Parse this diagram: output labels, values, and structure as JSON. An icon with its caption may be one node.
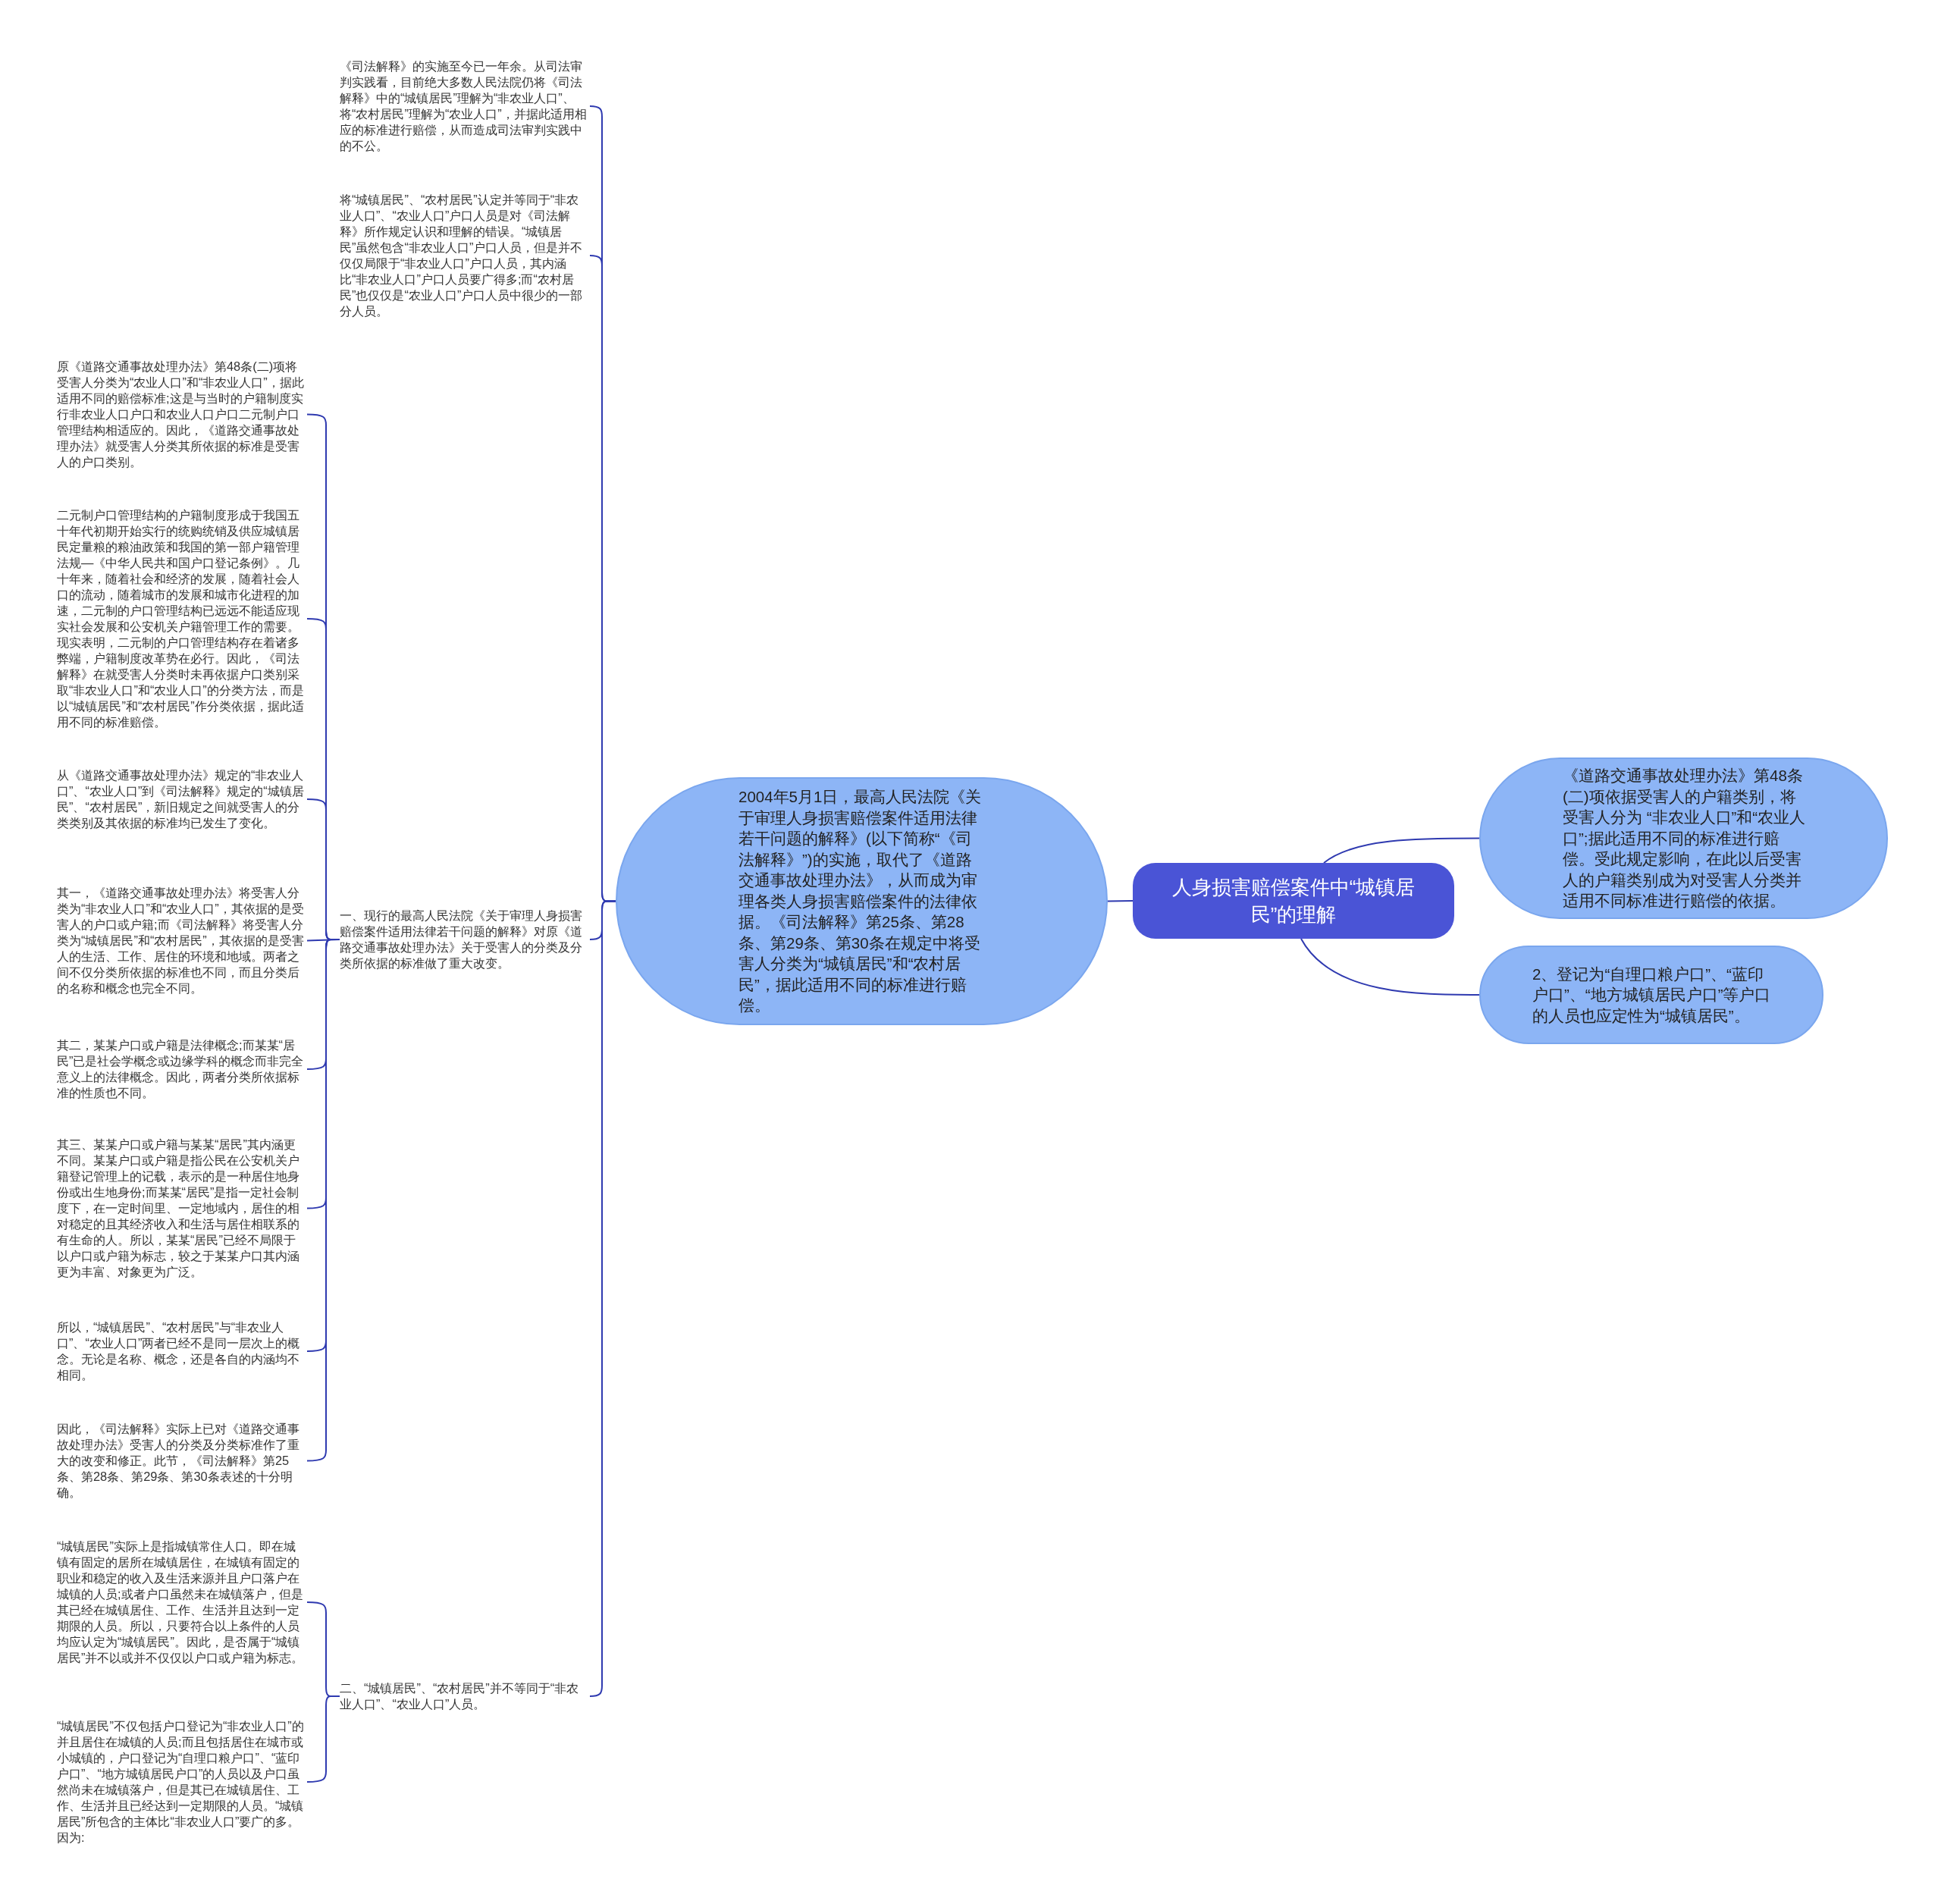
{
  "diagram": {
    "nodes": [
      {
        "text": [
          "人身损害赔偿案件中“城镇居民”的理解"
        ]
      },
      {
        "text": [
          "2004年5月1日，最高人民法院《关于审理人身损害赔偿案件适用法律若干问题的解释》(以下简称“《司法解释》”)的实施，取代了《道路交通事故处理办法》，从而成为审理各类人身损害赔偿案件的法律依据。《司法解释》第25条、第28条、第29条、第30条在规定中将受害人分类为“城镇居民”和“农村居民”，据此适用不同的标准进行赔偿。"
        ]
      },
      {
        "text": [
          "《道路交通事故处理办法》第48条(二)项依据受害人的户籍类别，将受害人分为 “非农业人口”和“农业人口”;据此适用不同的标准进行赔偿。受此规定影响，在此以后受害人的户籍类别成为对受害人分类并适用不同标准进行赔偿的依据。"
        ]
      },
      {
        "text": [
          "2、登记为“自理口粮户口”、“蓝印户口”、“地方城镇居民户口”等户口的人员也应定性为“城镇居民”。"
        ]
      },
      {
        "text": [
          "《司法解释》的实施至今已一年余。从司法审判实践看，目前绝大多数人民法院仍将《司法解释》中的“城镇居民”理解为“非农业人口”、将“农村居民”理解为“农业人口”，并据此适用相应的标准进行赔偿，从而造成司法审判实践中的不公。"
        ]
      },
      {
        "text": [
          "将“城镇居民”、“农村居民”认定并等同于“非农业人口”、“农业人口”户口人员是对《司法解释》所作规定认识和理解的错误。“城镇居民”虽然包含“非农业人口”户口人员，但是并不仅仅局限于“非农业人口”户口人员，其内涵比“非农业人口”户口人员要广得多;而“农村居民”也仅仅是“农业人口”户口人员中很少的一部分人员。"
        ]
      },
      {
        "text": [
          "一、现行的最高人民法院《关于审理人身损害赔偿案件适用法律若干问题的解释》对原《道路交通事故处理办法》关于受害人的分类及分类所依据的标准做了重大改变。"
        ]
      },
      {
        "text": [
          "原《道路交通事故处理办法》第48条(二)项将受害人分类为“农业人口”和“非农业人口”，据此适用不同的赔偿标准;这是与当时的户籍制度实行非农业人口户口和农业人口户口二元制户口管理结构相适应的。因此，《道路交通事故处理办法》就受害人分类其所依据的标准是受害人的户口类别。"
        ]
      },
      {
        "text": [
          "二元制户口管理结构的户籍制度形成于我国五十年代初期开始实行的统购统销及供应城镇居民定量粮的粮油政策和我国的第一部户籍管理法规—《中华人民共和国户口登记条例》。几十年来，随着社会和经济的发展，随着社会人口的流动，随着城市的发展和城市化进程的加速，二元制的户口管理结构已远远不能适应现实社会发展和公安机关户籍管理工作的需要。现实表明，二元制的户口管理结构存在着诸多弊端，户籍制度改革势在必行。因此，《司法解释》在就受害人分类时未再依据户口类别采取“非农业人口”和“农业人口”的分类方法，而是以“城镇居民”和“农村居民”作分类依据，据此适用不同的标准赔偿。"
        ]
      },
      {
        "text": [
          "从《道路交通事故处理办法》规定的“非农业人口”、“农业人口”到《司法解释》规定的“城镇居民”、“农村居民”，新旧规定之间就受害人的分类类别及其依据的标准均已发生了变化。"
        ]
      },
      {
        "text": [
          "其一，《道路交通事故处理办法》将受害人分类为“非农业人口”和“农业人口”，其依据的是受害人的户口或户籍;而《司法解释》将受害人分类为“城镇居民”和“农村居民”，其依据的是受害人的生活、工作、居住的环境和地域。两者之间不仅分类所依据的标准也不同，而且分类后的名称和概念也完全不同。"
        ]
      },
      {
        "text": [
          "其二，某某户口或户籍是法律概念;而某某“居民”已是社会学概念或边缘学科的概念而非完全意义上的法律概念。因此，两者分类所依据标准的性质也不同。"
        ]
      },
      {
        "text": [
          "其三、某某户口或户籍与某某“居民”其内涵更不同。某某户口或户籍是指公民在公安机关户籍登记管理上的记载，表示的是一种居住地身份或出生地身份;而某某“居民”是指一定社会制度下，在一定时间里、一定地域内，居住的相对稳定的且其经济收入和生活与居住相联系的有生命的人。所以，某某“居民”已经不局限于以户口或户籍为标志，较之于某某户口其内涵更为丰富、对象更为广泛。"
        ]
      },
      {
        "text": [
          "所以，“城镇居民”、“农村居民”与“非农业人口”、“农业人口”两者已经不是同一层次上的概念。无论是名称、概念，还是各自的内涵均不相同。"
        ]
      },
      {
        "text": [
          "因此，《司法解释》实际上已对《道路交通事故处理办法》受害人的分类及分类标准作了重大的改变和修正。此节，《司法解释》第25条、第28条、第29条、第30条表述的十分明确。"
        ]
      },
      {
        "text": [
          "二、“城镇居民”、“农村居民”并不等同于“非农业人口”、“农业人口”人员。"
        ]
      },
      {
        "text": [
          "“城镇居民”实际上是指城镇常住人口。即在城镇有固定的居所在城镇居住，在城镇有固定的职业和稳定的收入及生活来源并且户口落户在城镇的人员;或者户口虽然未在城镇落户，但是其已经在城镇居住、工作、生活并且达到一定期限的人员。所以，只要符合以上条件的人员均应认定为“城镇居民”。因此，是否属于“城镇居民”并不以或并不仅仅以户口或户籍为标志。"
        ]
      },
      {
        "text": [
          "“城镇居民”不仅包括户口登记为“非农业人口”的并且居住在城镇的人员;而且包括居住在城市或小城镇的，户口登记为“自理口粮户口”、“蓝印户口”、“地方城镇居民户口”的人员以及户口虽然尚未在城镇落户，但是其已在城镇居住、工作、生活并且已经达到一定期限的人员。“城镇居民”所包含的主体比“非农业人口”要广的多。因为:"
        ]
      }
    ],
    "edges": [
      {
        "from": 0,
        "to": 1,
        "arrow": "none"
      },
      {
        "from": 0,
        "to": 2,
        "arrow": "none"
      },
      {
        "from": 0,
        "to": 3,
        "arrow": "none"
      },
      {
        "from": 1,
        "to": 4,
        "arrow": "none"
      },
      {
        "from": 1,
        "to": 5,
        "arrow": "none"
      },
      {
        "from": 1,
        "to": 6,
        "arrow": "none"
      },
      {
        "from": 1,
        "to": 15,
        "arrow": "none"
      },
      {
        "from": 6,
        "to": 7,
        "arrow": "none"
      },
      {
        "from": 6,
        "to": 8,
        "arrow": "none"
      },
      {
        "from": 6,
        "to": 9,
        "arrow": "none"
      },
      {
        "from": 6,
        "to": 10,
        "arrow": "none"
      },
      {
        "from": 6,
        "to": 11,
        "arrow": "none"
      },
      {
        "from": 6,
        "to": 12,
        "arrow": "none"
      },
      {
        "from": 6,
        "to": 13,
        "arrow": "none"
      },
      {
        "from": 6,
        "to": 14,
        "arrow": "none"
      },
      {
        "from": 15,
        "to": 16,
        "arrow": "none"
      },
      {
        "from": 15,
        "to": 17,
        "arrow": "none"
      }
    ]
  }
}
